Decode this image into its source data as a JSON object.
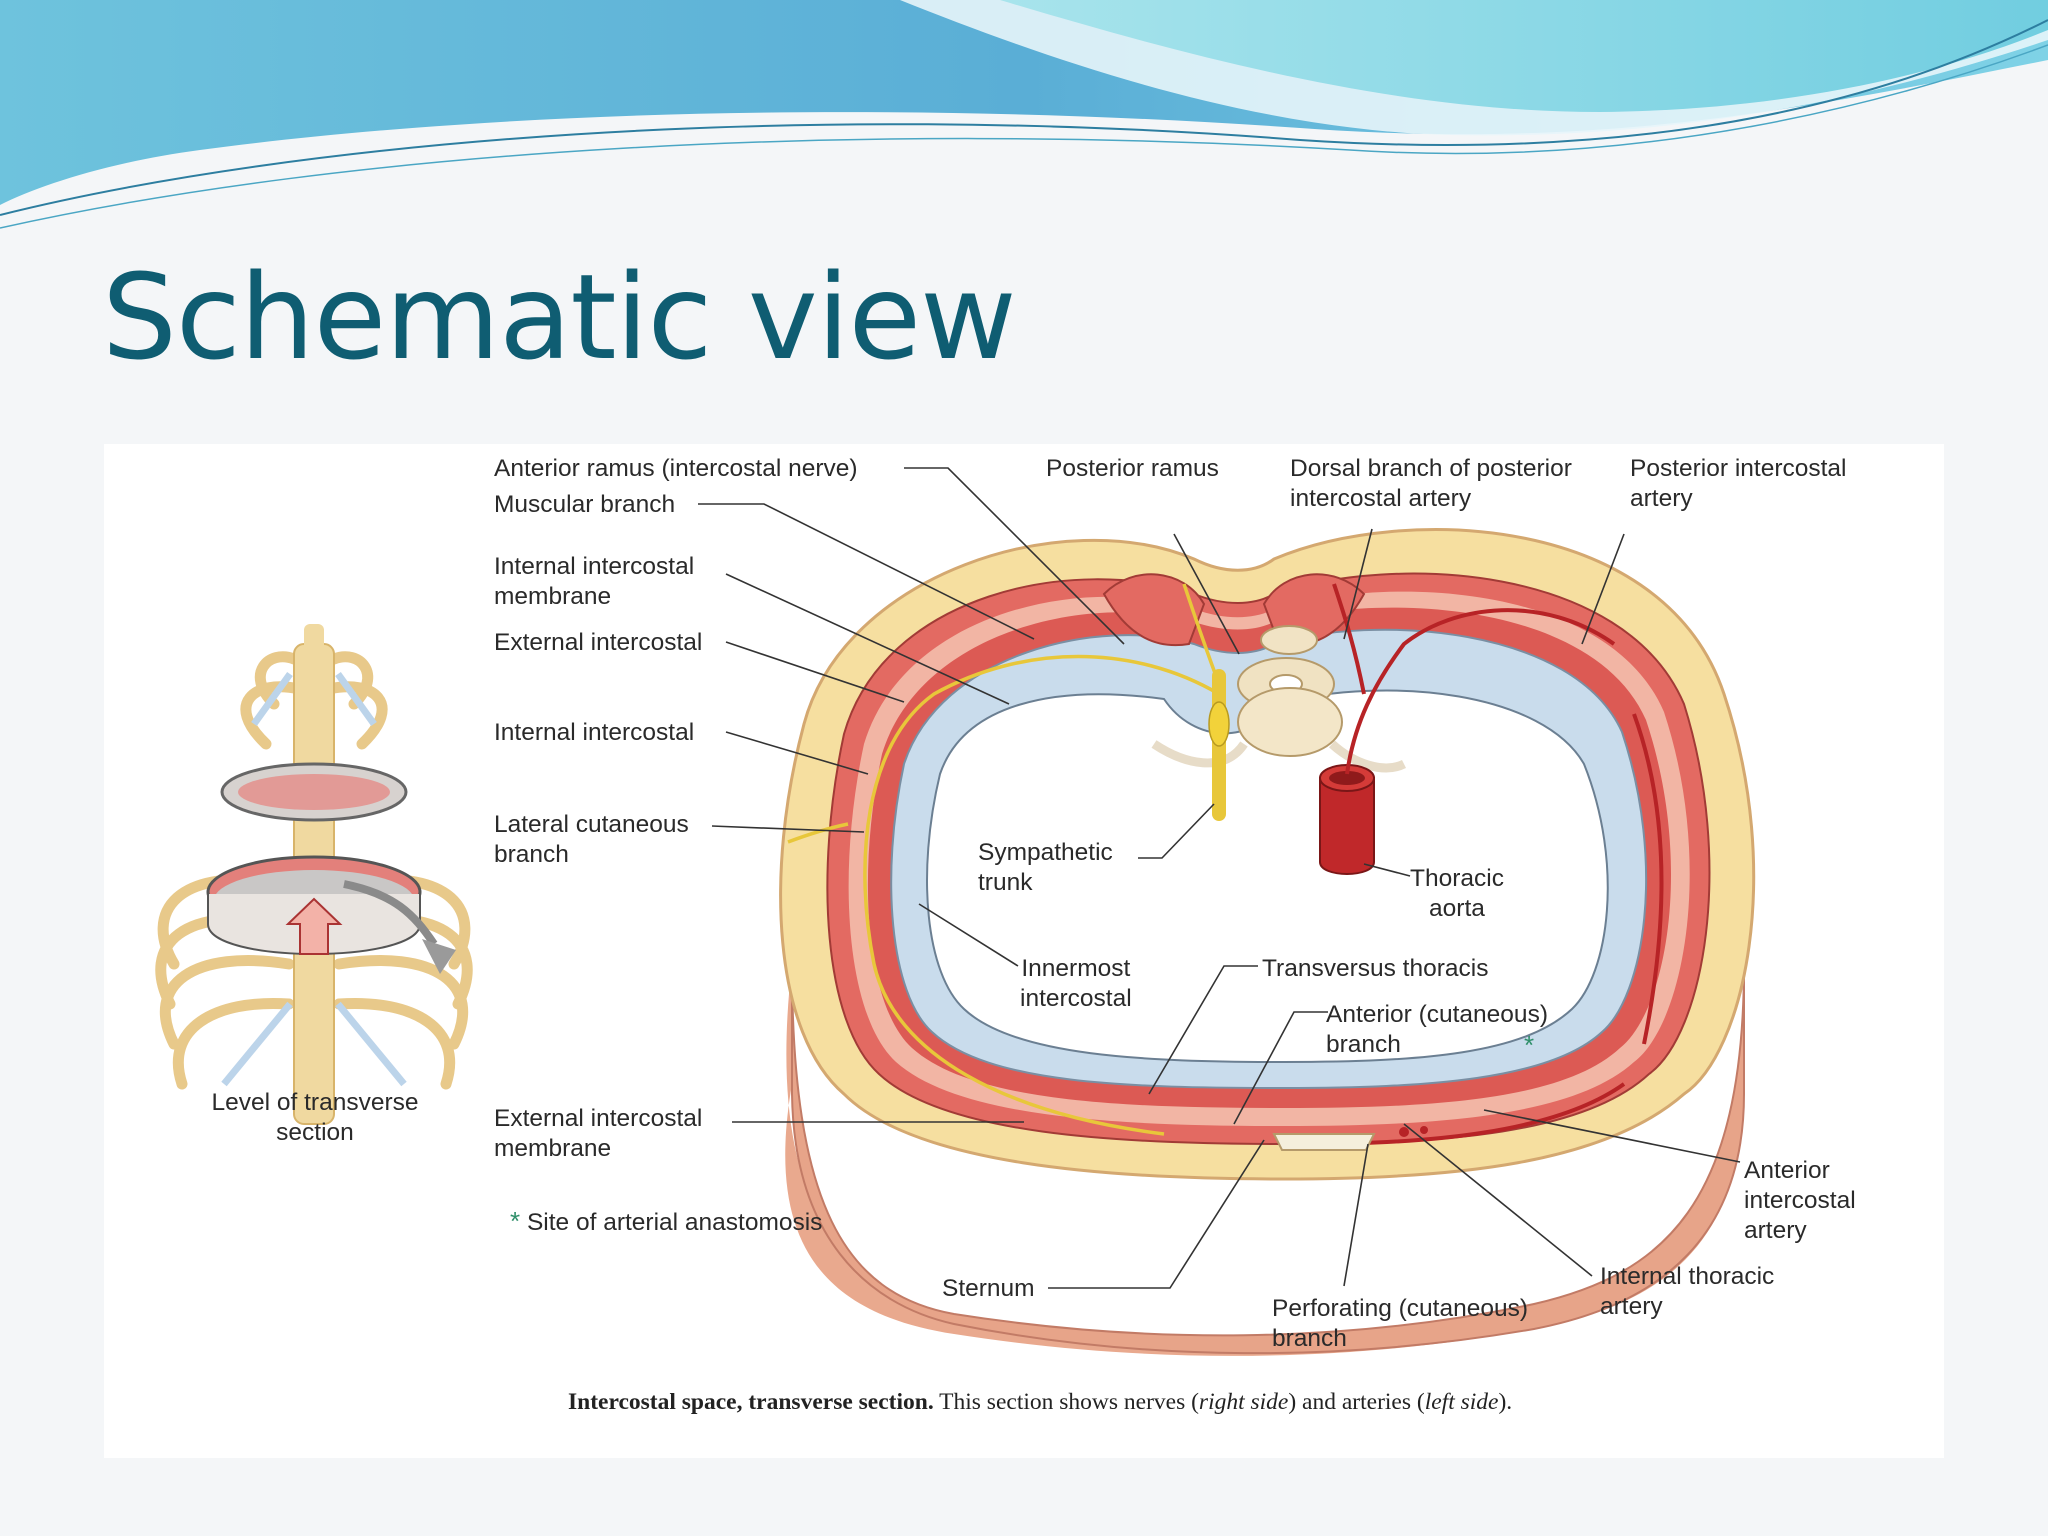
{
  "slide": {
    "title": "Schematic view"
  },
  "figure": {
    "labels": {
      "anterior_ramus": "Anterior ramus (intercostal nerve)",
      "muscular_branch": "Muscular branch",
      "internal_intercostal_membrane": "Internal intercostal\nmembrane",
      "external_intercostal": "External intercostal",
      "internal_intercostal": "Internal intercostal",
      "lateral_cutaneous_branch": "Lateral cutaneous\nbranch",
      "posterior_ramus": "Posterior ramus",
      "dorsal_branch": "Dorsal branch of posterior\nintercostal artery",
      "posterior_intercostal_artery": "Posterior intercostal\nartery",
      "sympathetic_trunk": "Sympathetic\ntrunk",
      "thoracic_aorta": "Thoracic\naorta",
      "innermost_intercostal": "Innermost\nintercostal",
      "transversus_thoracis": "Transversus thoracis",
      "anterior_cutaneous_branch": "Anterior (cutaneous)\nbranch",
      "external_intercostal_membrane": "External intercostal\nmembrane",
      "site_of_anastomosis": "Site of arterial anastomosis",
      "anastomosis_marker": "*",
      "sternum": "Sternum",
      "perforating_branch": "Perforating (cutaneous)\nbranch",
      "internal_thoracic_artery": "Internal thoracic\nartery",
      "anterior_intercostal_artery": "Anterior\nintercostal\nartery",
      "level_of_section": "Level of transverse\nsection"
    },
    "caption": {
      "bold": "Intercostal space, transverse section.",
      "text_before_italic_1": " This section shows nerves (",
      "italic_1": "right side",
      "text_between": ") and arteries (",
      "italic_2": "left side",
      "text_after": ")."
    }
  },
  "colors": {
    "title": "#0f5d72",
    "banner_blue": "#5fb3d6",
    "banner_cyan": "#7fd6e3",
    "muscle_red": "#d9534f",
    "fat_yellow": "#f7e3a0",
    "skin": "#e9a98e",
    "nerve_yellow": "#f2d23a",
    "artery_red": "#c0282a",
    "pleura_blue": "#bcd3e6",
    "anastomosis_green": "#2f8f6a"
  }
}
